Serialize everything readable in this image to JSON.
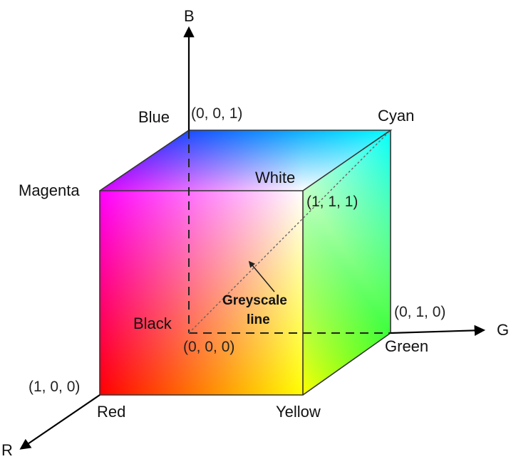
{
  "axes": {
    "b": "B",
    "g": "G",
    "r": "R"
  },
  "corners": {
    "blue": "Blue",
    "cyan": "Cyan",
    "magenta": "Magenta",
    "white": "White",
    "black": "Black",
    "green": "Green",
    "red": "Red",
    "yellow": "Yellow"
  },
  "coords": {
    "blue": "(0, 0, 1)",
    "white": "(1, 1, 1)",
    "green": "(0, 1, 0)",
    "black": "(0, 0, 0)",
    "red": "(1, 0, 0)"
  },
  "annotation": {
    "line1": "Greyscale",
    "line2": "line"
  },
  "colors": {
    "red": "#ff0000",
    "green": "#00ff00",
    "blue": "#0000ff",
    "cyan": "#00ffff",
    "magenta": "#ff00ff",
    "yellow": "#ffff00",
    "white": "#ffffff",
    "black": "#000000"
  }
}
